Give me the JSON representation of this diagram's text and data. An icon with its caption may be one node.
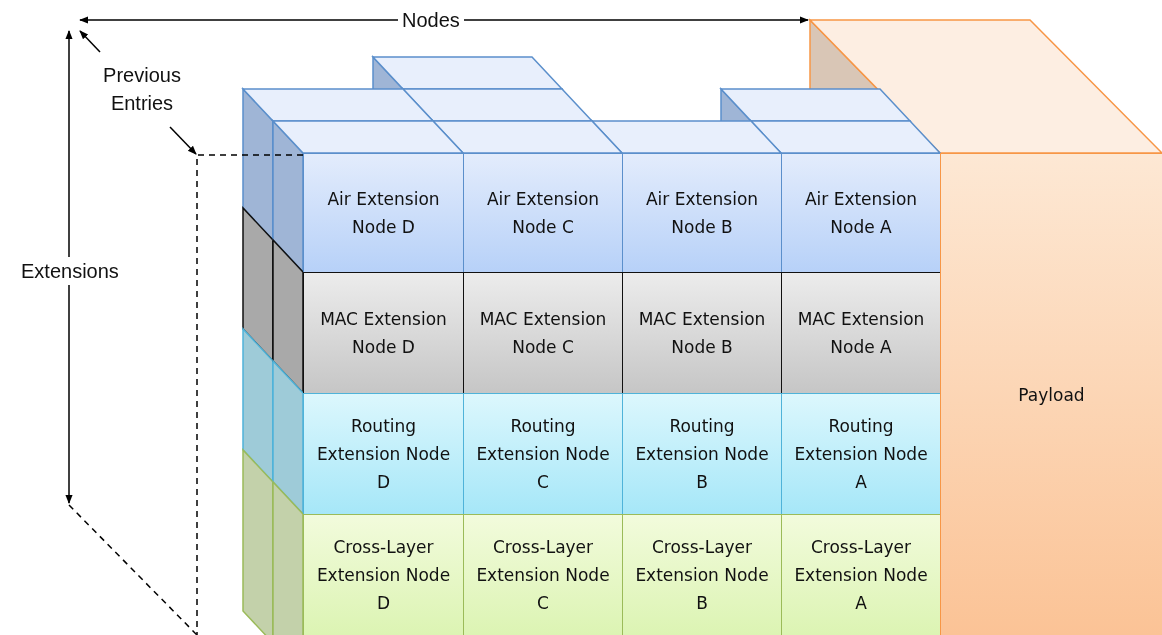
{
  "diagram": {
    "nodes": [
      {
        "text": [
          "Air Extension Node D"
        ]
      },
      {
        "text": [
          "Air Extension Node C"
        ]
      },
      {
        "text": [
          "Air Extension Node B"
        ]
      },
      {
        "text": [
          "Air Extension Node A"
        ]
      },
      {
        "text": [
          "MAC Extension Node D"
        ]
      },
      {
        "text": [
          "MAC Extension Node C"
        ]
      },
      {
        "text": [
          "MAC Extension Node B"
        ]
      },
      {
        "text": [
          "MAC Extension Node A"
        ]
      },
      {
        "text": [
          "Routing Extension Node D"
        ]
      },
      {
        "text": [
          "Routing Extension Node C"
        ]
      },
      {
        "text": [
          "Routing Extension Node B"
        ]
      },
      {
        "text": [
          "Routing Extension Node A"
        ]
      },
      {
        "text": [
          "Cross-Layer Extension Node D"
        ]
      },
      {
        "text": [
          "Cross-Layer Extension Node C"
        ]
      },
      {
        "text": [
          "Cross-Layer Extension Node B"
        ]
      },
      {
        "text": [
          "Cross-Layer Extension Node A"
        ]
      },
      {
        "text": [
          "Payload"
        ]
      }
    ],
    "labels": [
      "Nodes",
      "Previous Entries",
      "Extensions"
    ]
  }
}
